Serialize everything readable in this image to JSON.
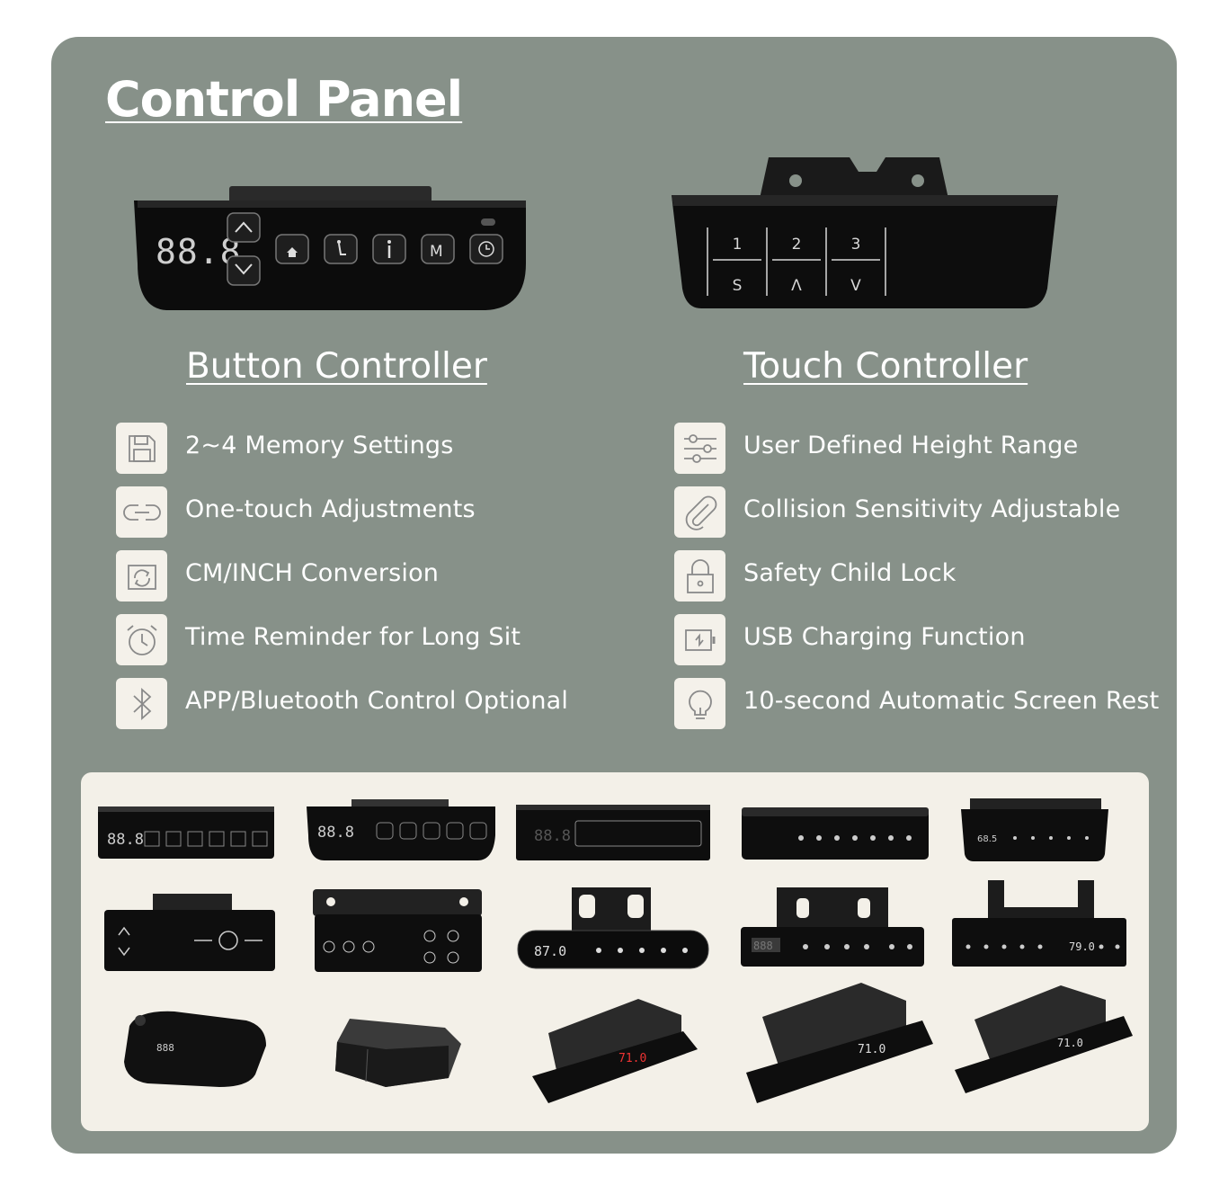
{
  "page_title": "Control Panel",
  "colors": {
    "card_background": "#879189",
    "icon_tile": "#f4f1ea",
    "gallery_background": "#f3f0e8",
    "device_black": "#111111",
    "text": "#ffffff"
  },
  "button_controller": {
    "title": "Button Controller",
    "display": "88.8",
    "features": [
      {
        "label": "2~4 Memory Settings",
        "icon": "floppy-disk-icon"
      },
      {
        "label": "One-touch Adjustments",
        "icon": "link-icon"
      },
      {
        "label": "CM/INCH Conversion",
        "icon": "convert-icon"
      },
      {
        "label": "Time Reminder for Long Sit",
        "icon": "alarm-clock-icon"
      },
      {
        "label": "APP/Bluetooth Control Optional",
        "icon": "bluetooth-icon"
      }
    ]
  },
  "touch_controller": {
    "title": "Touch Controller",
    "keys_top": [
      "1",
      "2",
      "3"
    ],
    "keys_bottom": [
      "S",
      "Λ",
      "V"
    ],
    "features": [
      {
        "label": "User Defined Height Range",
        "icon": "sliders-icon"
      },
      {
        "label": "Collision Sensitivity Adjustable",
        "icon": "paperclip-icon"
      },
      {
        "label": "Safety Child Lock",
        "icon": "padlock-icon"
      },
      {
        "label": "USB Charging Function",
        "icon": "charging-icon"
      },
      {
        "label": "10-second Automatic Screen Rest",
        "icon": "lightbulb-icon"
      }
    ]
  },
  "gallery": {
    "thumbnails": [
      {
        "name": "controller-1",
        "text": "88.8"
      },
      {
        "name": "controller-2",
        "text": "88.8"
      },
      {
        "name": "controller-3",
        "text": "88.8"
      },
      {
        "name": "controller-4",
        "text": ""
      },
      {
        "name": "controller-5",
        "text": "68.5"
      },
      {
        "name": "controller-6",
        "text": ""
      },
      {
        "name": "controller-7",
        "text": ""
      },
      {
        "name": "controller-8",
        "text": "87.0"
      },
      {
        "name": "controller-9",
        "text": "888"
      },
      {
        "name": "controller-10",
        "text": "79.0"
      },
      {
        "name": "controller-11",
        "text": "888"
      },
      {
        "name": "controller-12",
        "text": ""
      },
      {
        "name": "controller-13",
        "text": "71.0"
      },
      {
        "name": "controller-14",
        "text": "71.0"
      },
      {
        "name": "controller-15",
        "text": "71.0"
      }
    ]
  }
}
